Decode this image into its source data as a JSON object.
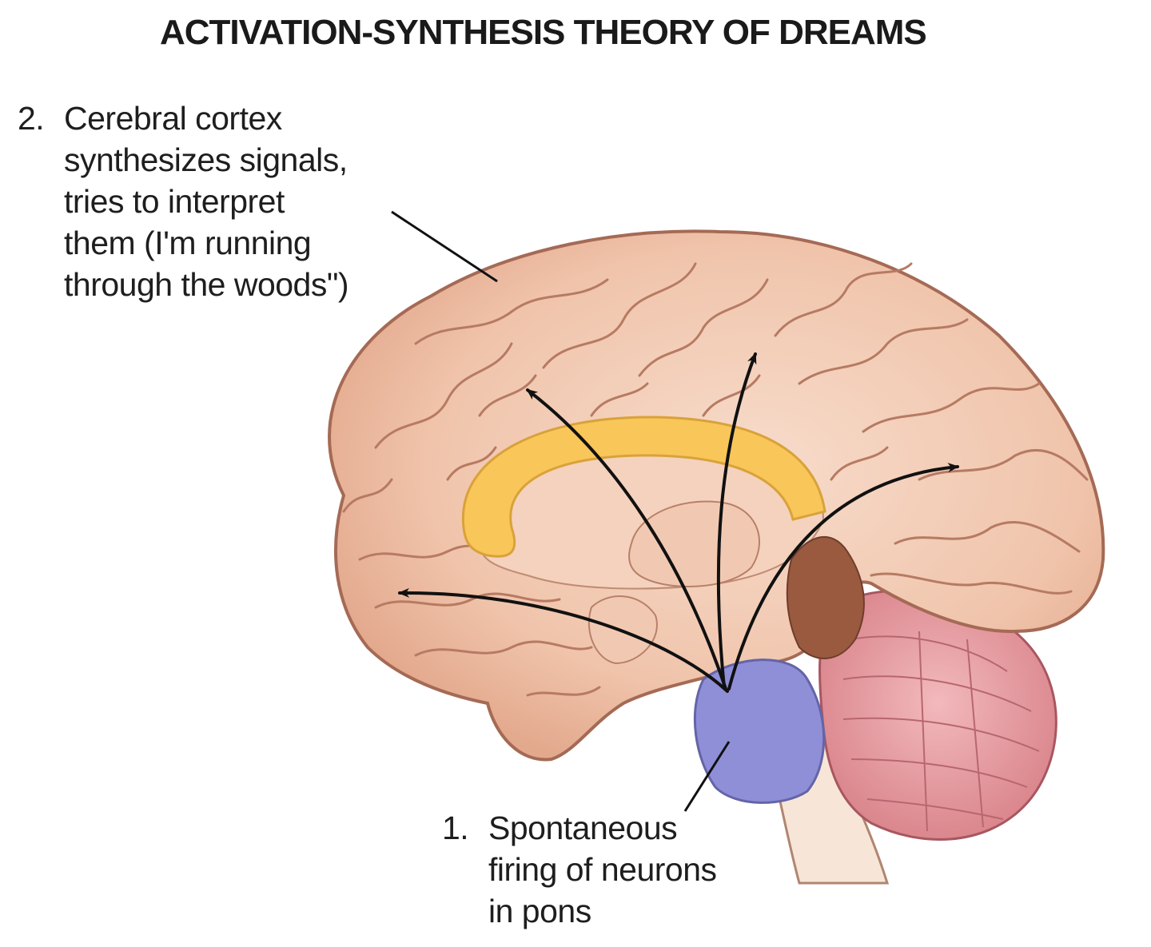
{
  "title": "ACTIVATION-SYNTHESIS THEORY OF DREAMS",
  "labels": {
    "cortex": {
      "number": "2.",
      "lines": [
        "Cerebral cortex",
        "synthesizes signals,",
        "tries to interpret",
        "them (I'm running",
        "through the woods\")"
      ]
    },
    "pons": {
      "number": "1.",
      "lines": [
        "Spontaneous",
        "firing of neurons",
        "in pons"
      ]
    }
  },
  "colors": {
    "cortex": "#f2cbb4",
    "cortex_outline": "#a56a55",
    "corpus_callosum": "#f9c65a",
    "pons": "#8f8fd8",
    "cerebellum": "#e59a9f",
    "midbrain": "#9a5a40",
    "brainstem": "#f7e6d8",
    "arrow": "#111111"
  }
}
